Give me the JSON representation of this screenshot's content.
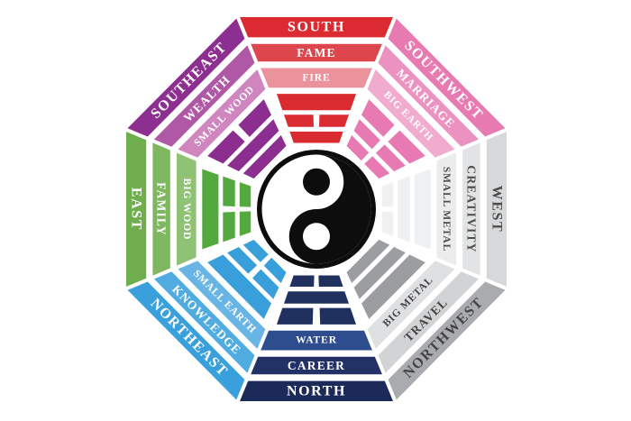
{
  "diagram": {
    "type": "feng-shui-bagua-octagon",
    "background": "#ffffff",
    "rings": [
      "direction",
      "aspect",
      "element"
    ],
    "center": {
      "symbol": "yin-yang",
      "dark_color": "#0d0d0d",
      "light_color": "#ffffff"
    },
    "segments": [
      {
        "id": "south",
        "direction": "SOUTH",
        "aspect": "FAME",
        "element": "FIRE",
        "trigram_name": "li",
        "trigram": [
          "solid",
          "broken",
          "solid"
        ],
        "band_colors": [
          "#db2a31",
          "#de464e",
          "#ea939c"
        ],
        "trigram_color": "#d92b30",
        "text_color": "#ffffff"
      },
      {
        "id": "southwest",
        "direction": "SOUTHWEST",
        "aspect": "MARRIAGE",
        "element": "BIG EARTH",
        "trigram_name": "kun",
        "trigram": [
          "broken",
          "broken",
          "broken"
        ],
        "band_colors": [
          "#e87ab2",
          "#ec92c1",
          "#f1abce"
        ],
        "trigram_color": "#e77ab3",
        "text_color": "#ffffff"
      },
      {
        "id": "west",
        "direction": "WEST",
        "aspect": "CREATIVITY",
        "element": "SMALL METAL",
        "trigram_name": "dui",
        "trigram": [
          "solid",
          "solid",
          "broken"
        ],
        "band_colors": [
          "#d7d8d9",
          "#e2e3e4",
          "#ebeced"
        ],
        "trigram_color": "#eef0f1",
        "text_color": "#4c4c4c"
      },
      {
        "id": "northwest",
        "direction": "NORTHWEST",
        "aspect": "TRAVEL",
        "element": "BIG METAL",
        "trigram_name": "qian",
        "trigram": [
          "solid",
          "solid",
          "solid"
        ],
        "band_colors": [
          "#a9abae",
          "#d2d3d5",
          "#dfe0e2"
        ],
        "trigram_color": "#9b9da0",
        "text_color": "#434343"
      },
      {
        "id": "north",
        "direction": "NORTH",
        "aspect": "CAREER",
        "element": "WATER",
        "trigram_name": "kan",
        "trigram": [
          "broken",
          "solid",
          "broken"
        ],
        "band_colors": [
          "#1c2a5a",
          "#233266",
          "#2d4d8f"
        ],
        "trigram_color": "#20305f",
        "text_color": "#ffffff"
      },
      {
        "id": "northeast",
        "direction": "NORTHEAST",
        "aspect": "KNOWLEDGE",
        "element": "SMALL EARTH",
        "trigram_name": "gen",
        "trigram": [
          "solid",
          "broken",
          "broken"
        ],
        "band_colors": [
          "#3aa0dc",
          "#4fabe0",
          "#68b5e5"
        ],
        "trigram_color": "#399fdb",
        "text_color": "#ffffff"
      },
      {
        "id": "east",
        "direction": "EAST",
        "aspect": "FAMILY",
        "element": "BIG WOOD",
        "trigram_name": "zhen",
        "trigram": [
          "solid",
          "broken",
          "broken"
        ],
        "band_colors": [
          "#70ad4d",
          "#7eb760",
          "#90c275"
        ],
        "trigram_color": "#53a93e",
        "text_color": "#ffffff"
      },
      {
        "id": "southeast",
        "direction": "SOUTHEAST",
        "aspect": "WEALTH",
        "element": "SMALL WOOD",
        "trigram_name": "xun",
        "trigram": [
          "broken",
          "solid",
          "solid"
        ],
        "band_colors": [
          "#8d2f90",
          "#af58a5",
          "#cf86bf"
        ],
        "trigram_color": "#8c2e90",
        "text_color": "#ffffff"
      }
    ]
  }
}
